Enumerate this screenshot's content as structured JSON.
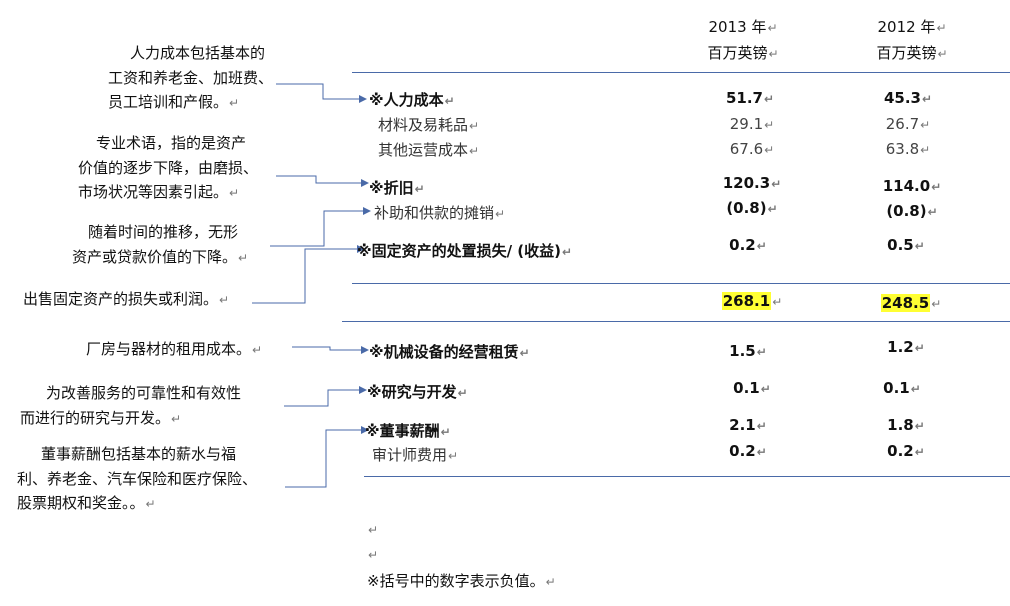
{
  "pilcrow": "↵",
  "columns": [
    {
      "year": "2013 年",
      "unit": "百万英镑"
    },
    {
      "year": "2012 年",
      "unit": "百万英镑"
    }
  ],
  "notes": [
    {
      "lines": [
        "人力成本包括基本的",
        "工资和养老金、加班费、",
        "员工培训和产假。"
      ]
    },
    {
      "lines": [
        "专业术语，指的是资产",
        "价值的逐步下降，由磨损、",
        "市场状况等因素引起。"
      ]
    },
    {
      "lines": [
        "随着时间的推移，无形",
        "资产或贷款价值的下降。"
      ]
    },
    {
      "lines": [
        "出售固定资产的损失或利润。"
      ]
    },
    {
      "lines": [
        "厂房与器材的租用成本。"
      ]
    },
    {
      "lines": [
        "为改善服务的可靠性和有效性",
        "而进行的研究与开发。"
      ]
    },
    {
      "lines": [
        "董事薪酬包括基本的薪水与福",
        "利、养老金、汽车保险和医疗保险、",
        "股票期权和奖金。。"
      ]
    }
  ],
  "rows": [
    {
      "label": "※人力成本",
      "v2013": "51.7",
      "v2012": "45.3"
    },
    {
      "label": "材料及易耗品",
      "v2013": "29.1",
      "v2012": "26.7"
    },
    {
      "label": "其他运营成本",
      "v2013": "67.6",
      "v2012": "63.8"
    },
    {
      "label": "※折旧",
      "v2013": "120.3",
      "v2012": "114.0"
    },
    {
      "label": "补助和供款的摊销",
      "v2013": "(0.8)",
      "v2012": "(0.8)"
    },
    {
      "label": "※固定资产的处置损失/ (收益)",
      "v2013": "0.2",
      "v2012": "0.5"
    },
    {
      "label": "",
      "v2013": "268.1",
      "v2012": "248.5"
    },
    {
      "label": "※机械设备的经营租赁",
      "v2013": "1.5",
      "v2012": "1.2"
    },
    {
      "label": "※研究与开发",
      "v2013": "0.1",
      "v2012": "0.1"
    },
    {
      "label": "※董事薪酬",
      "v2013": "2.1",
      "v2012": "1.8"
    },
    {
      "label": "审计师费用",
      "v2013": "0.2",
      "v2012": "0.2"
    }
  ],
  "footnote": "※括号中的数字表示负值。",
  "colors": {
    "rule": "#4a6aa8",
    "arrow": "#4a6aa8",
    "highlight": "#ffff33"
  }
}
